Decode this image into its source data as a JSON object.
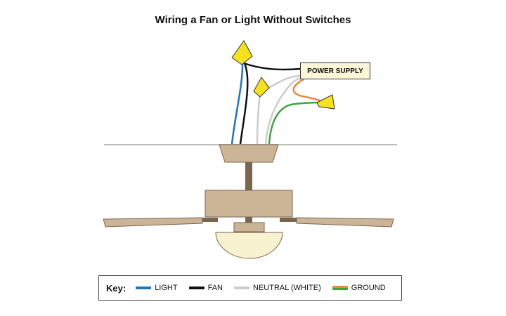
{
  "title": "Wiring a Fan or Light Without Switches",
  "power_supply_label": "POWER SUPPLY",
  "key": {
    "title": "Key:",
    "items": [
      {
        "label": "LIGHT",
        "color": "#1f73c8"
      },
      {
        "label": "FAN",
        "color": "#111111"
      },
      {
        "label": "NEUTRAL (WHITE)",
        "color": "#cccccc"
      },
      {
        "label": "GROUND",
        "color": "#e88a3a",
        "color2": "#3aa83a"
      }
    ]
  },
  "colors": {
    "connector": "#f6e21c",
    "ceiling": "#bbbbbb",
    "fan_tan": "#cbb596",
    "fan_tan_dark": "#7a6650",
    "globe": "#f7f2cf"
  }
}
